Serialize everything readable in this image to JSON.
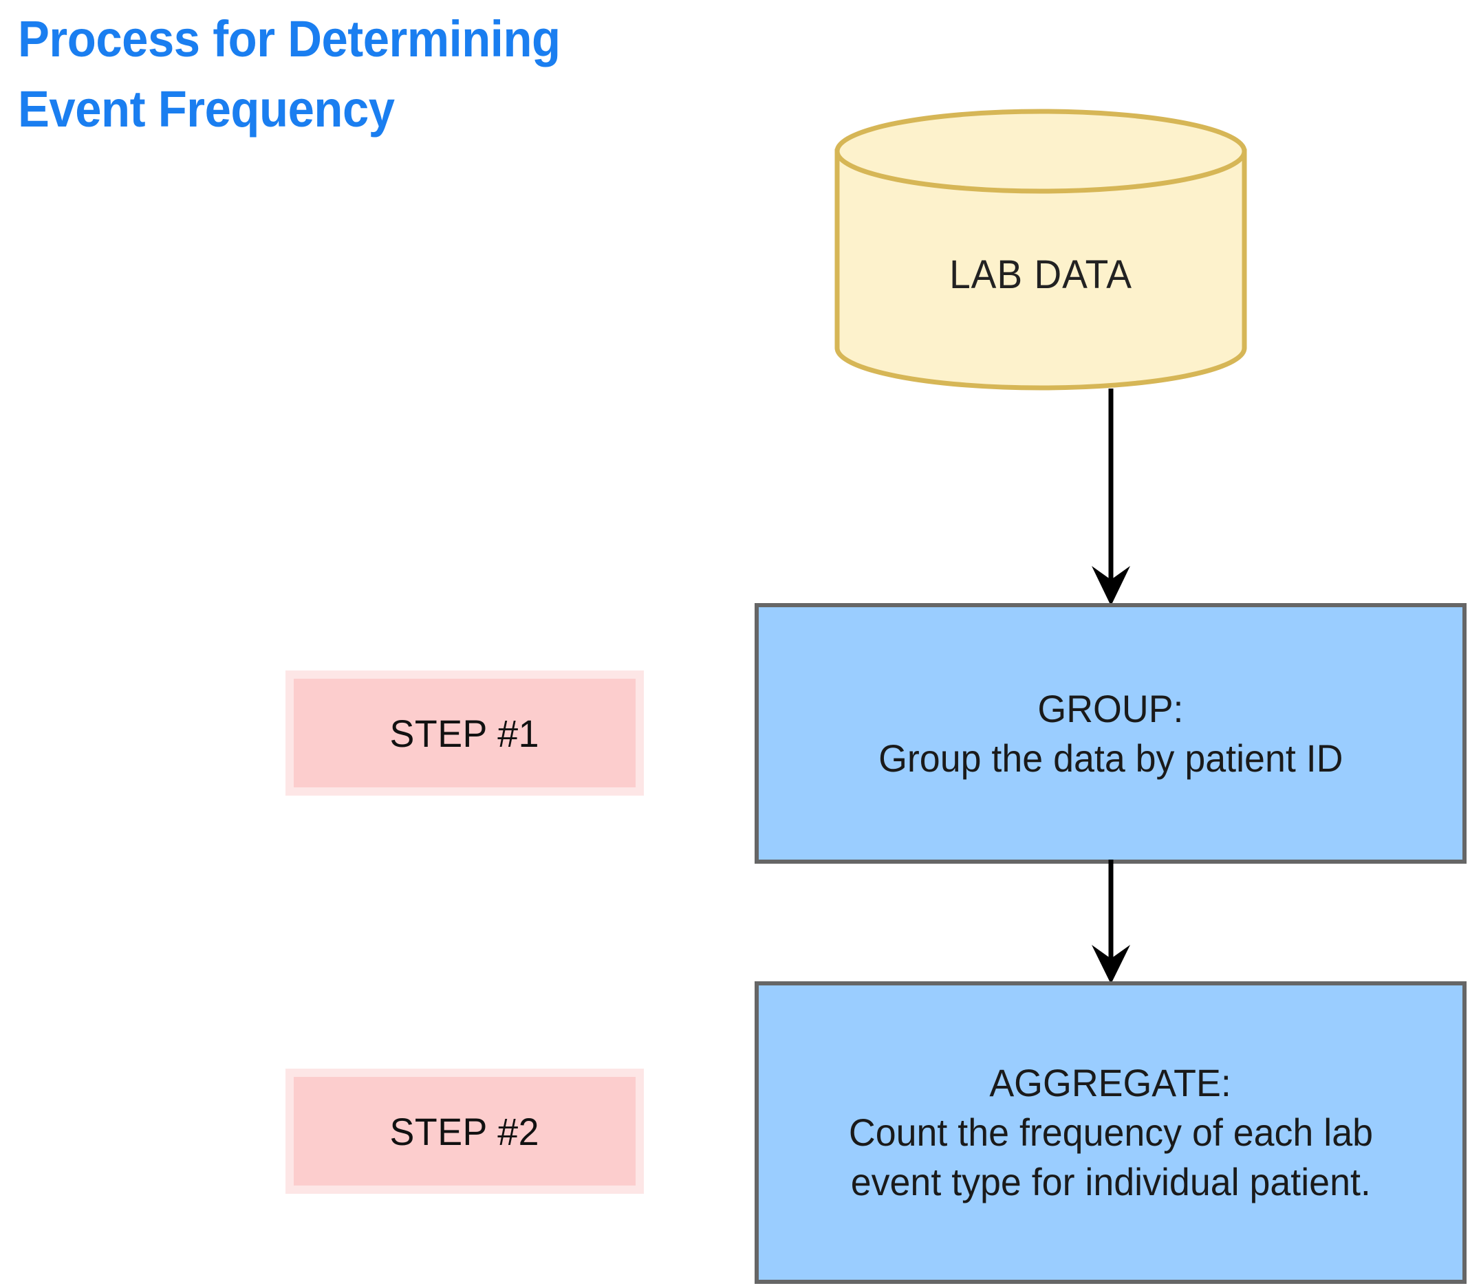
{
  "title": {
    "text": "Process for Determining\nEvent Frequency",
    "color": "#1a7ef0"
  },
  "nodes": {
    "lab_data": {
      "label": "LAB DATA",
      "shape": "cylinder",
      "fill": "#fdf2cc",
      "stroke": "#d6b656"
    },
    "group": {
      "heading": "GROUP:",
      "description": "Group the data by patient ID",
      "shape": "rectangle",
      "fill": "#9acdff",
      "stroke": "#666666"
    },
    "aggregate": {
      "heading": "AGGREGATE:",
      "description_line_1": "Count the frequency of each lab",
      "description_line_2": "event type for individual patient.",
      "shape": "rectangle",
      "fill": "#9acdff",
      "stroke": "#666666"
    }
  },
  "steps": [
    {
      "label": "STEP #1",
      "fill": "#fccdcd",
      "stroke": "#fde6e6"
    },
    {
      "label": "STEP #2",
      "fill": "#fccdcd",
      "stroke": "#fde6e6"
    }
  ],
  "connectors": [
    {
      "from": "lab_data",
      "to": "group",
      "style": "solid-arrow",
      "color": "#000000"
    },
    {
      "from": "group",
      "to": "aggregate",
      "style": "solid-arrow",
      "color": "#000000"
    }
  ]
}
